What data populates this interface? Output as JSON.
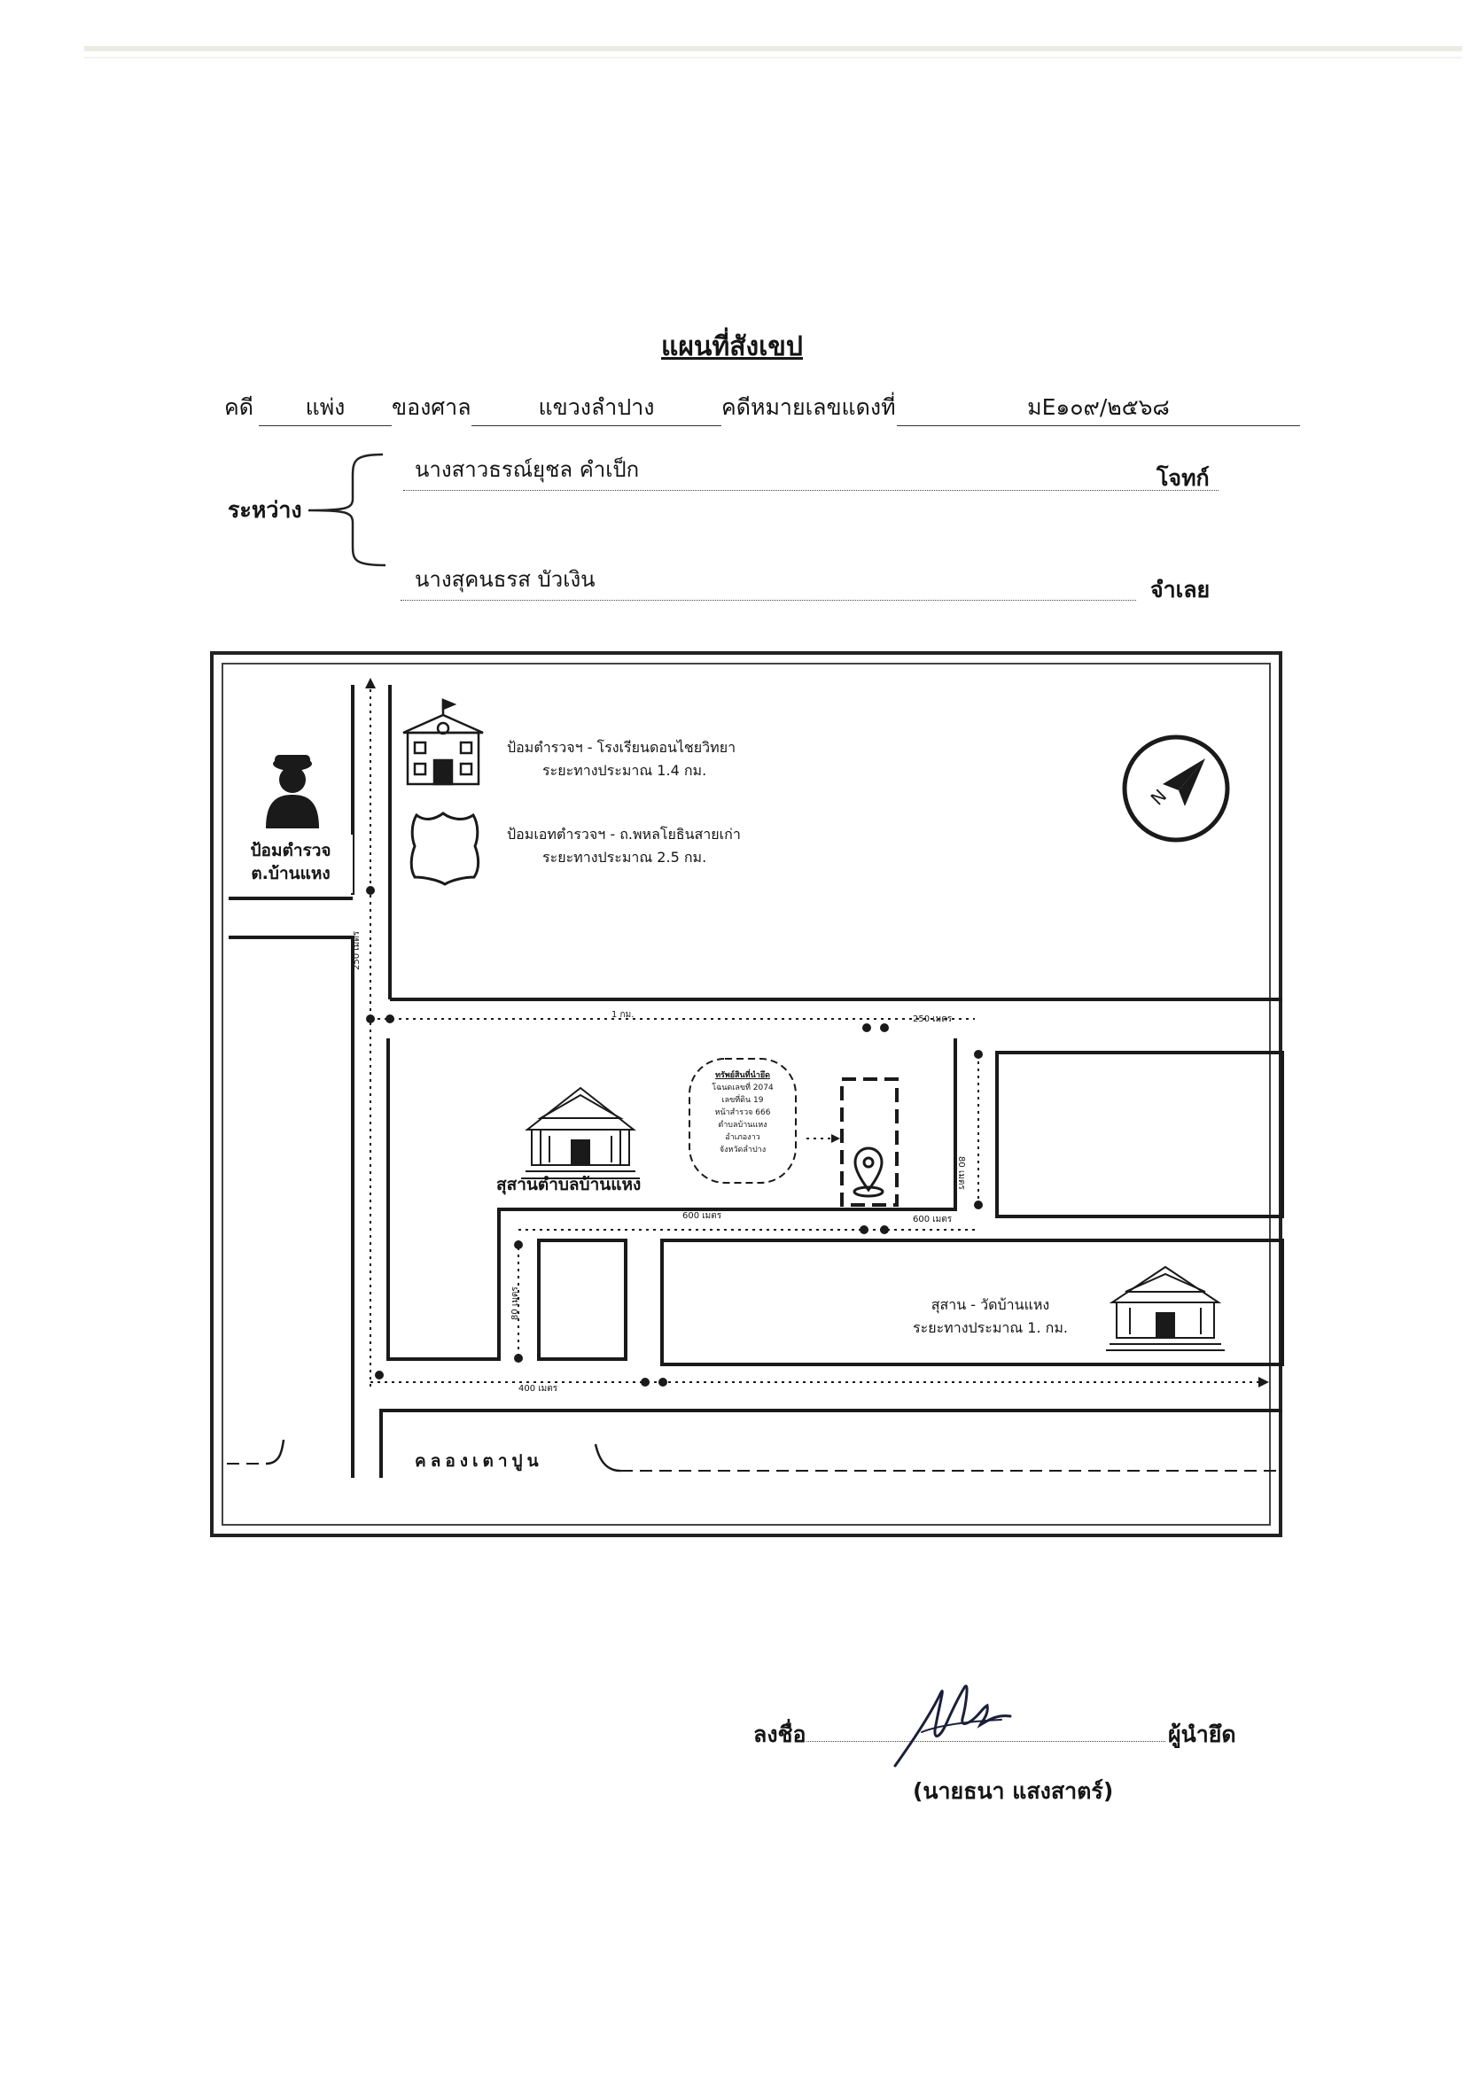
{
  "title": "แผนที่สังเขป",
  "case": {
    "case_label": "คดี",
    "case_type": "แพ่ง",
    "court_label": "ของศาล",
    "court_name": "แขวงลำปาง",
    "red_no_label": "คดีหมายเลขแดงที่",
    "red_no": "มE๑๐๙/๒๕๖๘"
  },
  "parties": {
    "between_label": "ระหว่าง",
    "plaintiff": "นางสาวธรณ์ยุชล คำเป็ก",
    "plaintiff_role": "โจทก์",
    "defendant": "นางสุคนธรส บัวเงิน",
    "defendant_role": "จำเลย"
  },
  "map": {
    "police_box": [
      "ป้อมตำรวจ",
      "ต.บ้านแหง"
    ],
    "landmark_school": [
      "ป้อมตำรวจฯ - โรงเรียนดอนไชยวิทยา",
      "ระยะทางประมาณ 1.4 กม."
    ],
    "landmark_highway": [
      "ป้อมเอทตำรวจฯ - ถ.พหลโยธินสายเก่า",
      "ระยะทางประมาณ 2.5 กม."
    ],
    "cemetery_left": "สุสานตำบลบ้านแหง",
    "cemetery_right": [
      "สุสาน - วัดบ้านแหง",
      "ระยะทางประมาณ 1. กม."
    ],
    "property_box": [
      "ทรัพย์สินที่นำยึด",
      "โฉนดเลขที่ 2074",
      "เลขที่ดิน 19",
      "หน้าสำรวจ 666",
      "ตำบลบ้านแหง",
      "อำเภองาว",
      "จังหวัดลำปาง"
    ],
    "canal": "คลองเตาปูน",
    "distances": {
      "d_250_vertical": "250 เมตร",
      "d_1km": "1 กม.",
      "d_250_top": "250 เมตร",
      "d_80_right": "80 เมตร",
      "d_600_left": "600 เมตร",
      "d_600_right": "600 เมตร",
      "d_80_left": "80 เมตร",
      "d_400": "400 เมตร"
    }
  },
  "signature": {
    "sign_label": "ลงชื่อ",
    "role": "ผู้นำยึด",
    "name": "(นายธนา แสงสาตร์)"
  }
}
